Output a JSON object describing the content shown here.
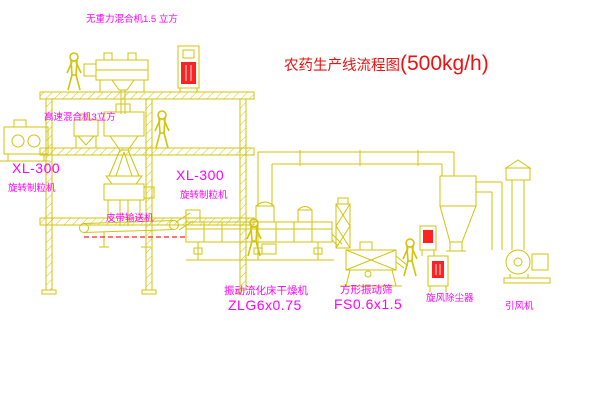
{
  "title": {
    "main": "农药生产线流程图",
    "capacity": "(500kg/h)"
  },
  "labels": {
    "top_mixer": "无重力混合机1.5 立方",
    "high_speed_mixer": "高速混合机3立方",
    "granulator_left_model": "XL-300",
    "granulator_left_name": "旋转制粒机",
    "granulator_center_model": "XL-300",
    "granulator_center_name": "旋转制粒机",
    "belt_conveyor": "皮带输送机",
    "dryer_name": "振动流化床干燥机",
    "dryer_model": "ZLG6x0.75",
    "screen_name": "方形振动筛",
    "screen_model": "FS0.6x1.5",
    "cyclone": "旋风除尘器",
    "fan": "引风机"
  },
  "colors": {
    "line": "#d2c40a",
    "label": "#ff00ff",
    "title": "#ee1111",
    "accent": "#ff2222"
  }
}
